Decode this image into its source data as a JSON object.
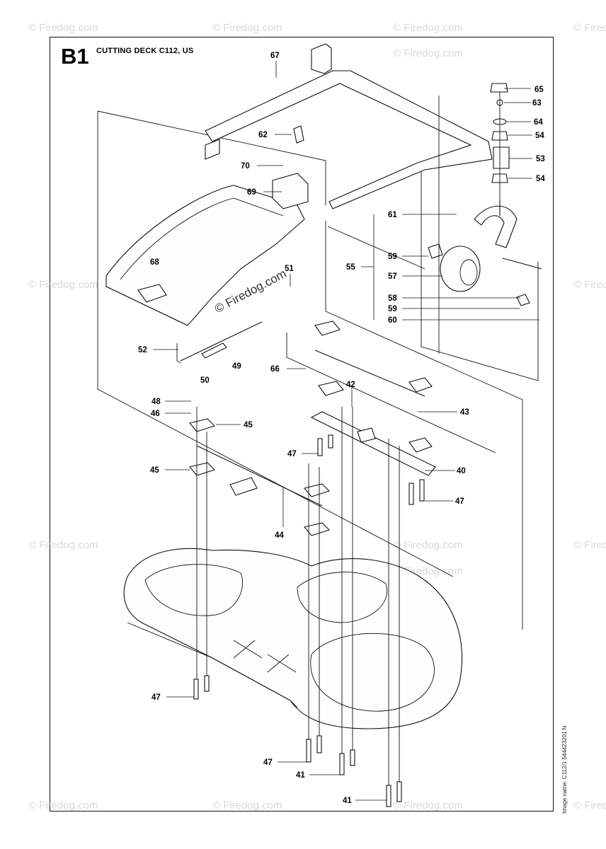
{
  "header": {
    "section_code": "B1",
    "section_title": "CUTTING DECK C112, US"
  },
  "footer": {
    "image_code": "Image name: C112/1 544423201 N"
  },
  "watermark": {
    "text": "© Firedog.com",
    "text_plain": "Firedog.com"
  },
  "callouts": [
    {
      "id": "c67",
      "label": "67"
    },
    {
      "id": "c62",
      "label": "62"
    },
    {
      "id": "c70",
      "label": "70"
    },
    {
      "id": "c69",
      "label": "69"
    },
    {
      "id": "c68",
      "label": "68"
    },
    {
      "id": "c51",
      "label": "51"
    },
    {
      "id": "c52",
      "label": "52"
    },
    {
      "id": "c50",
      "label": "50"
    },
    {
      "id": "c49",
      "label": "49"
    },
    {
      "id": "c66",
      "label": "66"
    },
    {
      "id": "c65",
      "label": "65"
    },
    {
      "id": "c63",
      "label": "63"
    },
    {
      "id": "c64",
      "label": "64"
    },
    {
      "id": "c54a",
      "label": "54"
    },
    {
      "id": "c53",
      "label": "53"
    },
    {
      "id": "c54b",
      "label": "54"
    },
    {
      "id": "c61",
      "label": "61"
    },
    {
      "id": "c59a",
      "label": "59"
    },
    {
      "id": "c55",
      "label": "55"
    },
    {
      "id": "c57",
      "label": "57"
    },
    {
      "id": "c58",
      "label": "58"
    },
    {
      "id": "c59b",
      "label": "59"
    },
    {
      "id": "c60",
      "label": "60"
    },
    {
      "id": "c48",
      "label": "48"
    },
    {
      "id": "c46",
      "label": "46"
    },
    {
      "id": "c45a",
      "label": "45"
    },
    {
      "id": "c42",
      "label": "42"
    },
    {
      "id": "c43",
      "label": "43"
    },
    {
      "id": "c47a",
      "label": "47"
    },
    {
      "id": "c45b",
      "label": "45"
    },
    {
      "id": "c40",
      "label": "40"
    },
    {
      "id": "c47b",
      "label": "47"
    },
    {
      "id": "c44",
      "label": "44"
    },
    {
      "id": "c47c",
      "label": "47"
    },
    {
      "id": "c47d",
      "label": "47"
    },
    {
      "id": "c41a",
      "label": "41"
    },
    {
      "id": "c41b",
      "label": "41"
    }
  ]
}
